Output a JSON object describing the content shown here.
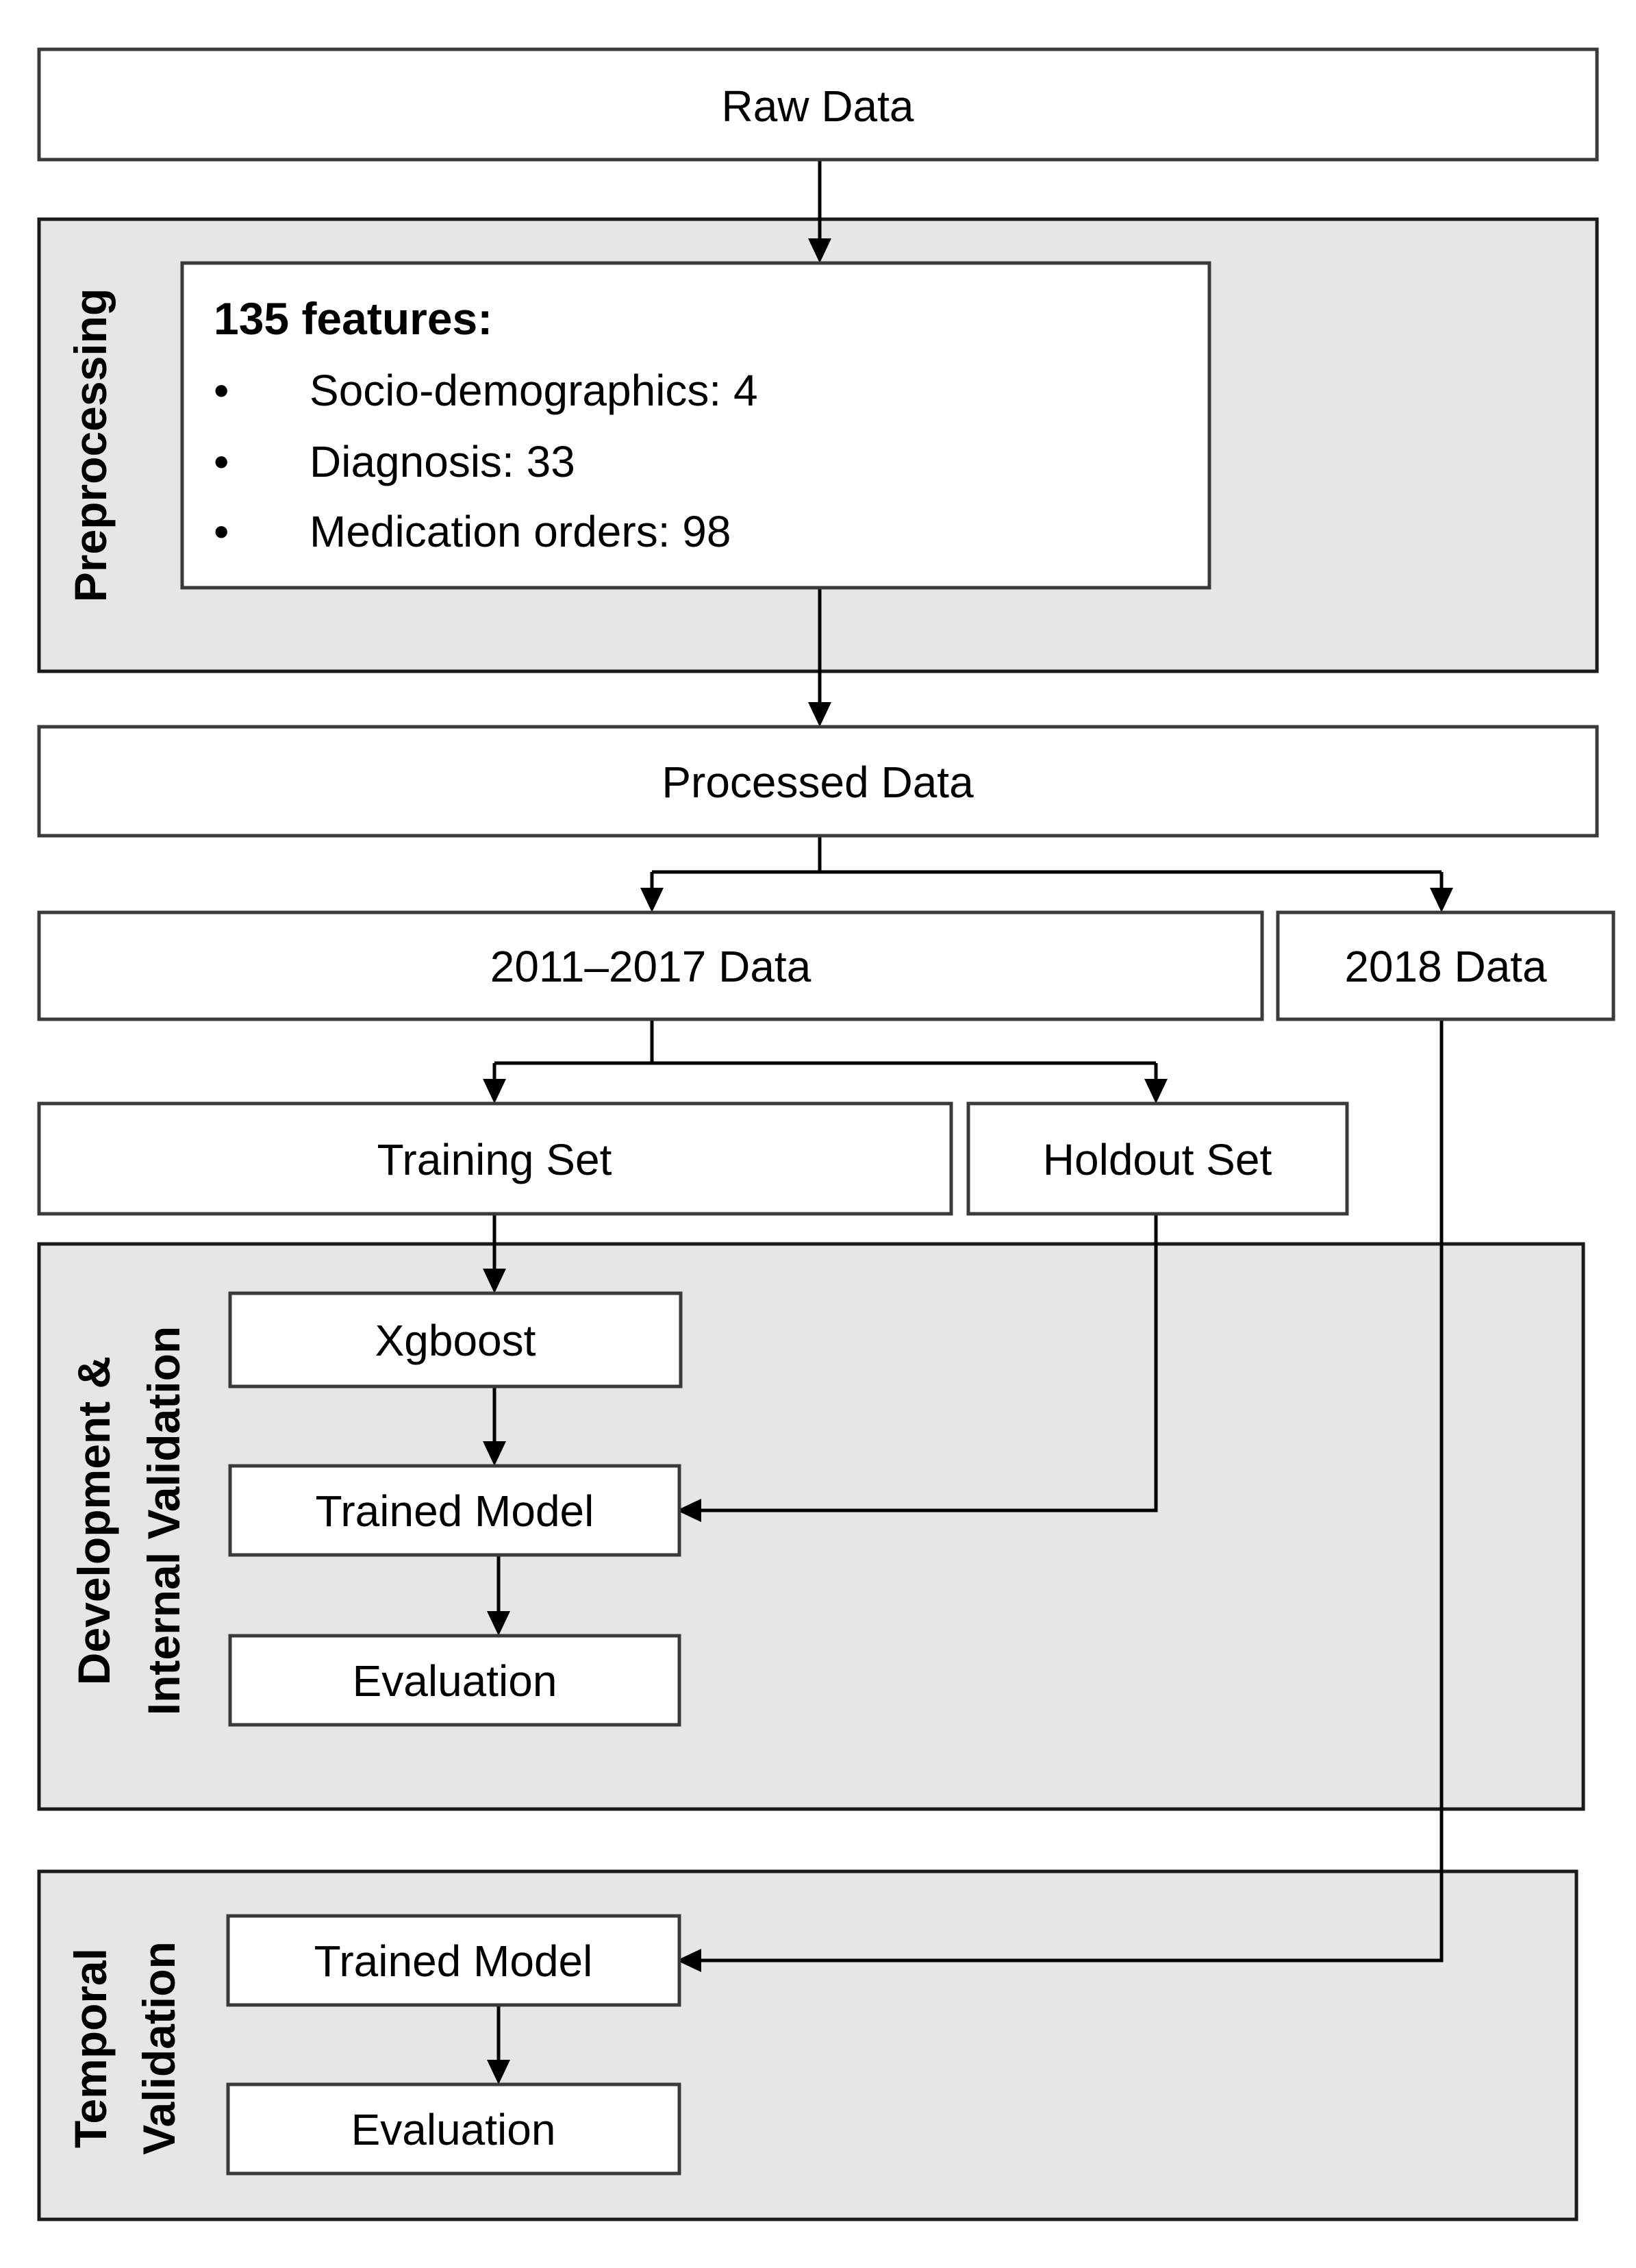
{
  "nodes": {
    "raw_data": "Raw Data",
    "features_title": "135 features:",
    "features": [
      {
        "bullet": "•",
        "label": "Socio-demographics: 4"
      },
      {
        "bullet": "•",
        "label": "Diagnosis: 33"
      },
      {
        "bullet": "•",
        "label": "Medication orders: 98"
      }
    ],
    "processed_data": "Processed Data",
    "data_2011_2017": "2011–2017 Data",
    "data_2018": "2018 Data",
    "training_set": "Training Set",
    "holdout_set": "Holdout Set",
    "xgboost": "Xgboost",
    "trained_model_internal": "Trained Model",
    "evaluation_internal": "Evaluation",
    "trained_model_temporal": "Trained Model",
    "evaluation_temporal": "Evaluation"
  },
  "panels": {
    "preprocessing": "Preprocessing",
    "development_line1": "Development &",
    "development_line2": "Internal Validation",
    "temporal_line1": "Temporal",
    "temporal_line2": "Validation"
  },
  "colors": {
    "panel_fill": "#e6e6e6",
    "box_fill": "#ffffff",
    "line": "#000000"
  }
}
